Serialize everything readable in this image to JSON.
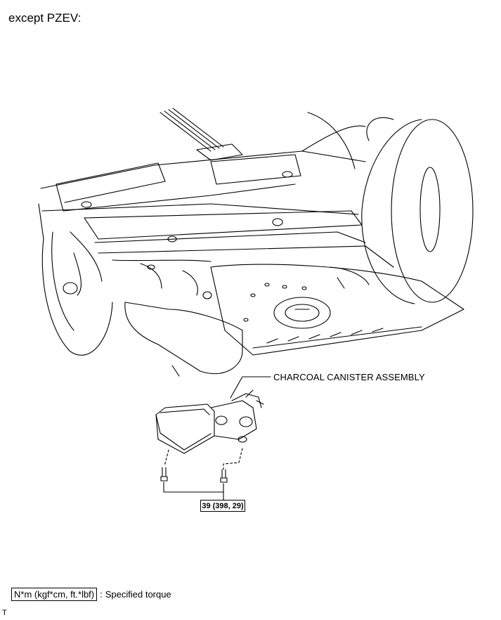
{
  "header": {
    "title": "except PZEV:"
  },
  "diagram": {
    "part_label": "CHARCOAL CANISTER ASSEMBLY",
    "torque_value": "39 (398, 29)"
  },
  "legend": {
    "unit_box": "N*m (kgf*cm, ft.*lbf)",
    "separator": ":",
    "description": "Specified torque"
  },
  "footer": {
    "mark": "T"
  }
}
